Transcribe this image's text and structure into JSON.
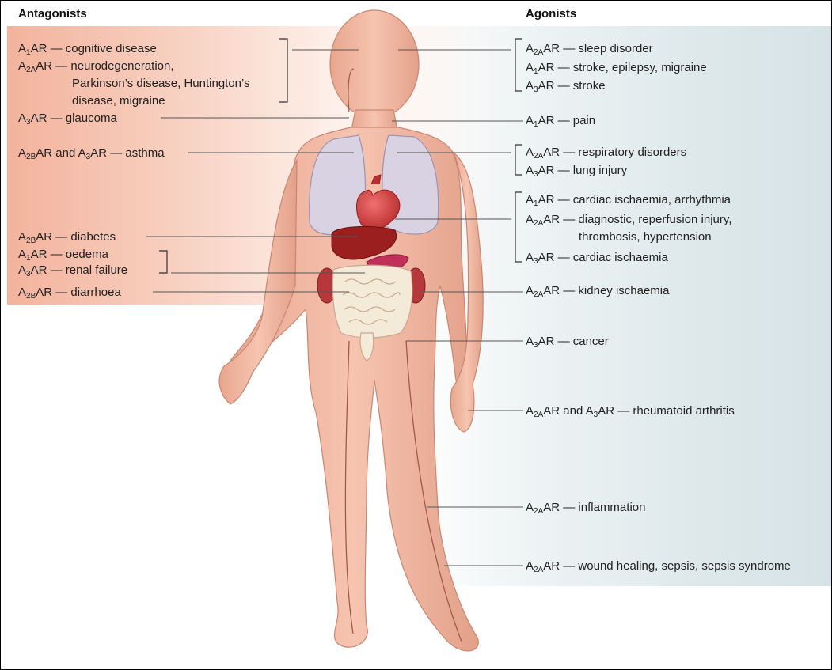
{
  "headings": {
    "left": "Antagonists",
    "right": "Agonists"
  },
  "antagonists": [
    {
      "sub": "1",
      "rest": "AR — cognitive disease"
    },
    {
      "sub": "2A",
      "rest": "AR — neurodegeneration,"
    },
    {
      "cont": "Parkinson’s disease, Huntington’s"
    },
    {
      "cont": "disease, migraine"
    },
    {
      "sub": "3",
      "rest": "AR — glaucoma"
    },
    {
      "sub": "2B",
      "mid": "AR and A",
      "sub2": "3",
      "rest": "AR — asthma"
    },
    {
      "sub": "2B",
      "rest": "AR — diabetes"
    },
    {
      "sub": "1",
      "rest": "AR — oedema"
    },
    {
      "sub": "3",
      "rest": "AR — renal failure"
    },
    {
      "sub": "2B",
      "rest": "AR — diarrhoea"
    }
  ],
  "agonists": [
    {
      "sub": "2A",
      "rest": "AR — sleep disorder"
    },
    {
      "sub": "1",
      "rest": "AR — stroke, epilepsy, migraine"
    },
    {
      "sub": "3",
      "rest": "AR — stroke"
    },
    {
      "sub": "1",
      "rest": "AR — pain"
    },
    {
      "sub": "2A",
      "rest": "AR — respiratory disorders"
    },
    {
      "sub": "3",
      "rest": "AR — lung injury"
    },
    {
      "sub": "1",
      "rest": "AR — cardiac ischaemia, arrhythmia"
    },
    {
      "sub": "2A",
      "rest": "AR — diagnostic, reperfusion injury,"
    },
    {
      "cont": "thrombosis, hypertension"
    },
    {
      "sub": "3",
      "rest": "AR — cardiac ischaemia"
    },
    {
      "sub": "2A",
      "rest": "AR — kidney ischaemia"
    },
    {
      "sub": "3",
      "rest": "AR — cancer"
    },
    {
      "sub": "2A",
      "mid": "AR and A",
      "sub2": "3",
      "rest": "AR — rheumatoid arthritis"
    },
    {
      "sub": "2A",
      "rest": "AR — inflammation"
    },
    {
      "sub": "2A",
      "rest": "AR — wound healing, sepsis, sepsis syndrome"
    }
  ],
  "colors": {
    "skin": "#f2b8a2",
    "skin_dark": "#d98a72",
    "lungs": "#d9d2e2",
    "heart": "#c83a3a",
    "liver": "#9b1f1f",
    "intestine": "#f4ead8",
    "kidney": "#b7373a"
  }
}
